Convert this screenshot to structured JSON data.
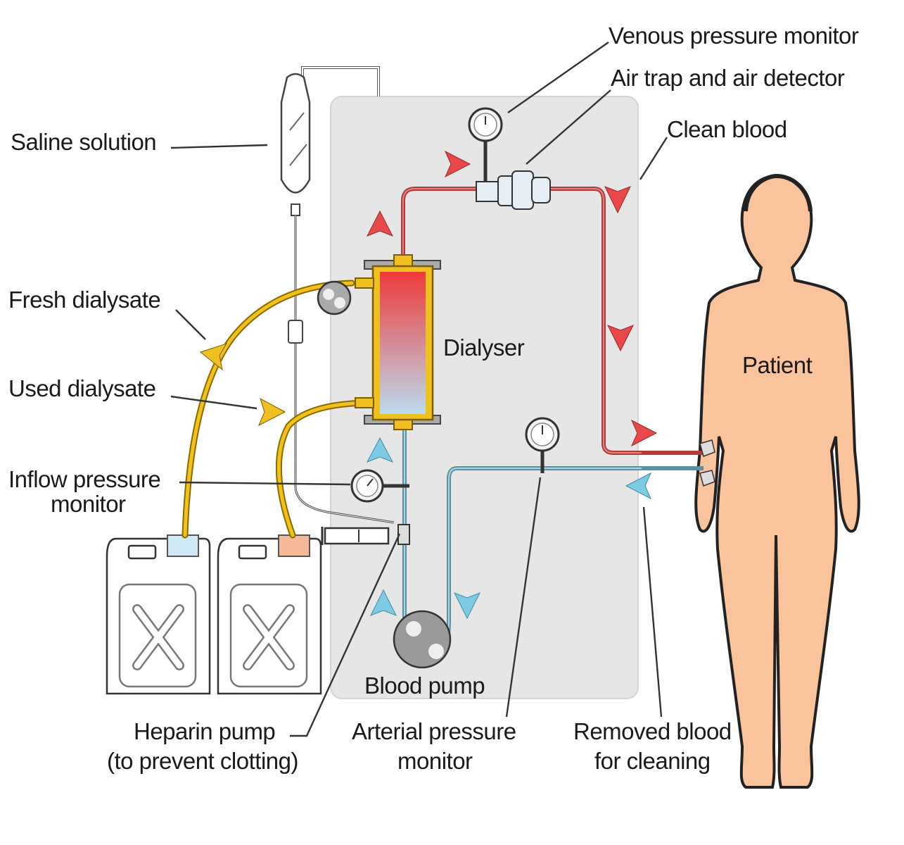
{
  "labels": {
    "venous_pressure_monitor": "Venous pressure monitor",
    "air_trap": "Air trap and air detector",
    "clean_blood": "Clean blood",
    "saline_solution": "Saline solution",
    "fresh_dialysate": "Fresh dialysate",
    "used_dialysate": "Used dialysate",
    "dialyser": "Dialyser",
    "patient": "Patient",
    "inflow_pressure_line1": "Inflow pressure",
    "inflow_pressure_line2": "monitor",
    "blood_pump": "Blood pump",
    "heparin_pump_line1": "Heparin pump",
    "heparin_pump_line2": "(to prevent clotting)",
    "arterial_pressure_line1": "Arterial pressure",
    "arterial_pressure_line2": "monitor",
    "removed_blood_line1": "Removed blood",
    "removed_blood_line2": "for cleaning"
  },
  "colors": {
    "machine_panel": "#e6e6e6",
    "clean_blood": "#e04848",
    "removed_blood": "#7ccbe3",
    "dialysate": "#f0c020",
    "patient_skin": "#f9c39b",
    "used_dialysate_cap": "#f5b99a",
    "fresh_dialysate_cap": "#cfe9f5"
  }
}
